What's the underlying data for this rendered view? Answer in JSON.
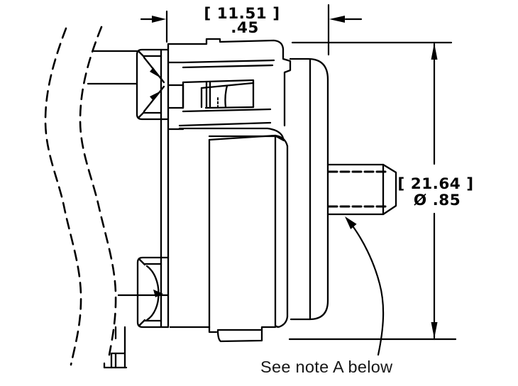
{
  "colors": {
    "background": "#ffffff",
    "line": "#000000",
    "note_text": "#161616"
  },
  "dimensions": {
    "width": {
      "metric_bracket": "[ 11.51 ]",
      "imperial": ".45"
    },
    "diameter": {
      "metric_bracket": "[ 21.64 ]",
      "imperial": "Ø .85"
    }
  },
  "note": {
    "text": "See note A below"
  }
}
